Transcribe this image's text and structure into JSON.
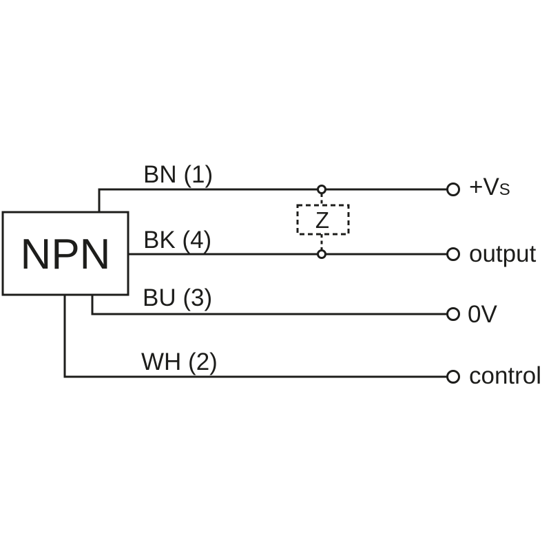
{
  "diagram_type": "sensor-wiring-diagram",
  "background_color": "#ffffff",
  "ink_color": "#1d1d1b",
  "device": {
    "label": "NPN"
  },
  "impedance": {
    "label": "Z"
  },
  "wires": [
    {
      "id": "bn",
      "label": "BN (1)",
      "terminal": "+Vs"
    },
    {
      "id": "bk",
      "label": "BK (4)",
      "terminal": "output"
    },
    {
      "id": "bu",
      "label": "BU (3)",
      "terminal": "0V"
    },
    {
      "id": "wh",
      "label": "WH (2)",
      "terminal": "control"
    }
  ],
  "terminal_labels": {
    "vs_main": "+V",
    "vs_sub": "S",
    "output": "output",
    "zero_volt": "0V",
    "control": "control"
  }
}
